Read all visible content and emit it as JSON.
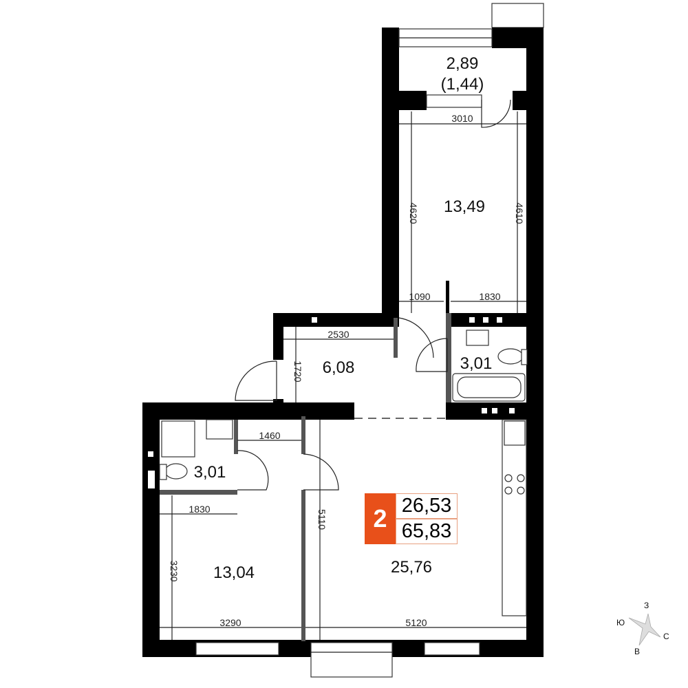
{
  "rooms": {
    "balcony": {
      "area": "2,89",
      "area_reduced": "(1,44)"
    },
    "bedroom_top": {
      "area": "13,49"
    },
    "hall": {
      "area": "6,08"
    },
    "bathroom_top": {
      "area": "3,01"
    },
    "bathroom_left": {
      "area": "3,01"
    },
    "bedroom_left": {
      "area": "13,04"
    },
    "living_kitchen": {
      "area": "25,76"
    }
  },
  "dimensions": {
    "d3010": "3010",
    "d4620": "4620",
    "d4610": "4610",
    "d1090": "1090",
    "d1830a": "1830",
    "d2530": "2530",
    "d1720": "1720",
    "d1460": "1460",
    "d1830b": "1830",
    "d3230": "3230",
    "d5110": "5110",
    "d3290": "3290",
    "d5120": "5120"
  },
  "badge": {
    "rooms": "2",
    "living_area": "26,53",
    "total_area": "65,83",
    "color": "#e8501a"
  },
  "compass": {
    "north": "С",
    "south": "Ю",
    "west": "З",
    "east": "В"
  }
}
